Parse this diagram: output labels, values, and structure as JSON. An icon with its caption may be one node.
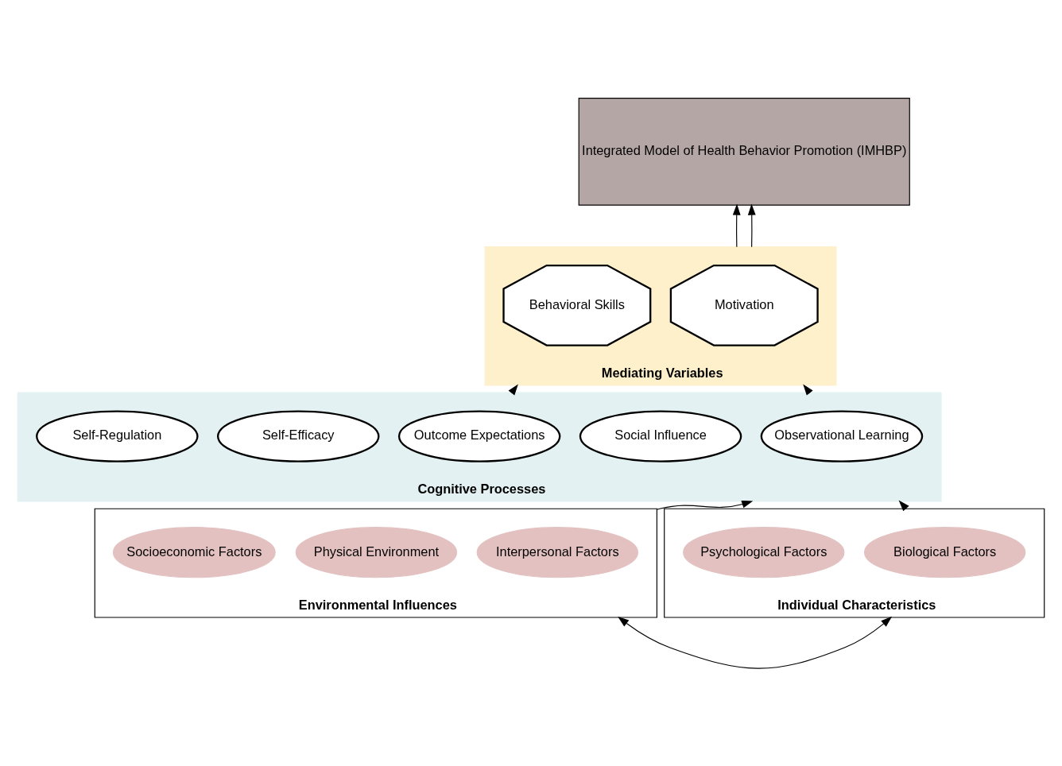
{
  "diagram": {
    "nodes": [
      {
        "text": [
          "Integrated Model of Health Behavior Promotion (IMHBP)"
        ]
      },
      {
        "text": [
          "Mediating Variables"
        ]
      },
      {
        "text": [
          "Motivation"
        ],
        "in": 1
      },
      {
        "text": [
          "Behavioral Skills"
        ],
        "in": 1
      },
      {
        "text": [
          "Cognitive Processes"
        ]
      },
      {
        "text": [
          "Observational Learning"
        ],
        "in": 4
      },
      {
        "text": [
          "Social Influence"
        ],
        "in": 4
      },
      {
        "text": [
          "Outcome Expectations"
        ],
        "in": 4
      },
      {
        "text": [
          "Self-Efficacy"
        ],
        "in": 4
      },
      {
        "text": [
          "Self-Regulation"
        ],
        "in": 4
      },
      {
        "text": [
          "Environmental Influences"
        ]
      },
      {
        "text": [
          "Interpersonal Factors"
        ],
        "in": 10
      },
      {
        "text": [
          "Physical Environment"
        ],
        "in": 10
      },
      {
        "text": [
          "Socioeconomic Factors"
        ],
        "in": 10
      },
      {
        "text": [
          "Individual Characteristics"
        ]
      },
      {
        "text": [
          "Biological Factors"
        ],
        "in": 14
      },
      {
        "text": [
          "Psychological Factors"
        ],
        "in": 14
      }
    ],
    "edges": [
      {
        "from": 1,
        "to": 0,
        "arrow": "to"
      },
      {
        "from": 1,
        "to": 0,
        "arrow": "to"
      },
      {
        "from": 4,
        "to": 1,
        "arrow": "to"
      },
      {
        "from": 4,
        "to": 1,
        "arrow": "to"
      },
      {
        "from": 10,
        "to": 4,
        "arrow": "to"
      },
      {
        "from": 14,
        "to": 4,
        "arrow": "to"
      },
      {
        "from": 10,
        "to": 14,
        "arrow": "both"
      }
    ]
  }
}
